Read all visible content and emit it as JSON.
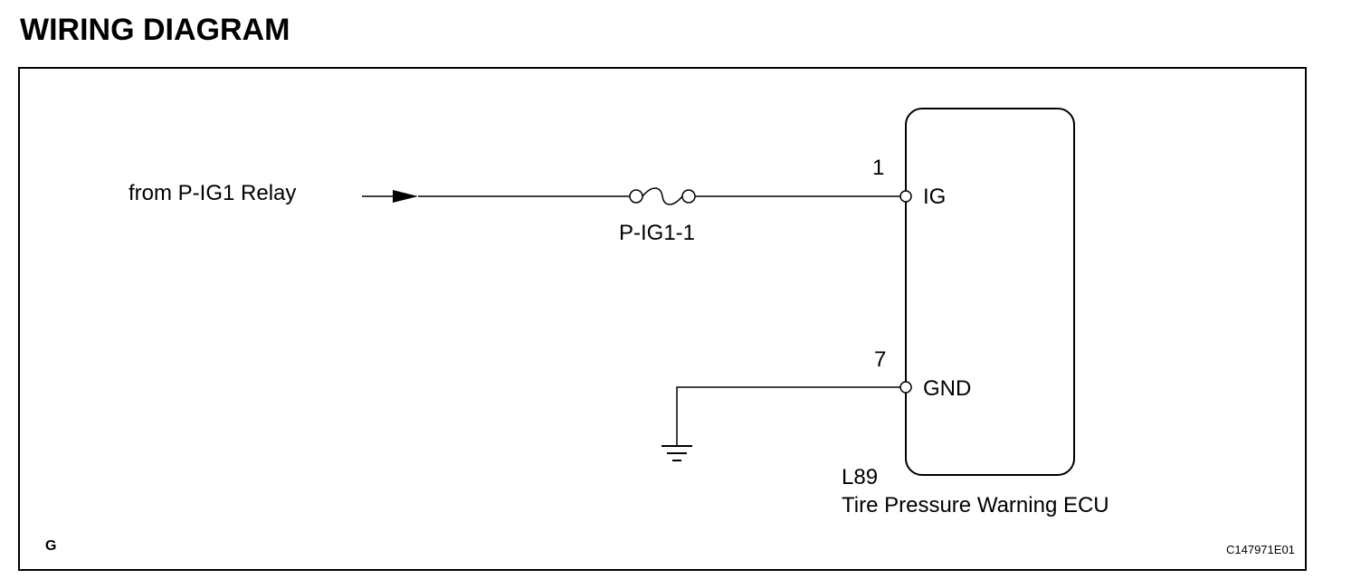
{
  "title": "WIRING DIAGRAM",
  "source_label": "from P-IG1 Relay",
  "fuse": {
    "label": "P-IG1-1"
  },
  "ecu": {
    "connector": "L89",
    "name": "Tire Pressure Warning ECU",
    "pins": [
      {
        "number": "1",
        "name": "IG"
      },
      {
        "number": "7",
        "name": "GND"
      }
    ]
  },
  "corner_letter": "G",
  "figure_code": "C147971E01"
}
